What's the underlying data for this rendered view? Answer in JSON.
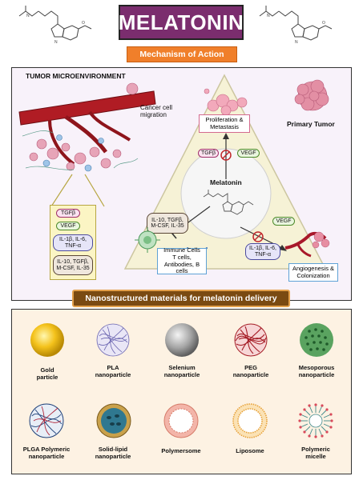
{
  "header": {
    "title": "MELATONIN",
    "subtitle": "Mechanism of Action"
  },
  "mechanism": {
    "tumor_microenvironment": "TUMOR MICROENVIRONMENT",
    "cancer_cell_migration": "Cancer cell\nmigration",
    "primary_tumor": "Primary Tumor",
    "center": "Melatonin",
    "proliferation": "Proliferation &\nMetastasis",
    "angiogenesis": "Angiogenesis &\nColonization",
    "immune": "Immune Cells\nT cells,\nAntibodies,  B cells",
    "tme_pills": [
      "TGFβ",
      "VEGF",
      "IL-1β, IL-6,\nTNF-α",
      "IL-10, TGFβ,\nM-CSF, IL-35"
    ],
    "top_pills": [
      "TGFβ",
      "VEGF"
    ],
    "left_pill": "IL-10, TGFβ,\nM-CSF, IL-35",
    "right_vegf": "VEGF",
    "right_il": "IL-1β, IL-6,\nTNF-α"
  },
  "delivery": {
    "heading": "Nanostructured materials for melatonin delivery",
    "row1": [
      {
        "label": "Gold\nparticle"
      },
      {
        "label": "PLA\nnanoparticle"
      },
      {
        "label": "Selenium\nnanoparticle"
      },
      {
        "label": "PEG\nnanoparticle"
      },
      {
        "label": "Mesoporous\nnanoparticle"
      }
    ],
    "row2": [
      {
        "label": "PLGA Polymeric\nnanoparticle"
      },
      {
        "label": "Solid-lipid\nnanoparticle"
      },
      {
        "label": "Polymersome"
      },
      {
        "label": "Liposome"
      },
      {
        "label": "Polymeric\nmicelle"
      }
    ]
  },
  "colors": {
    "title_bg": "#7b2d6e",
    "banner": "#f07f2a",
    "banner2": "#7a4a12"
  }
}
